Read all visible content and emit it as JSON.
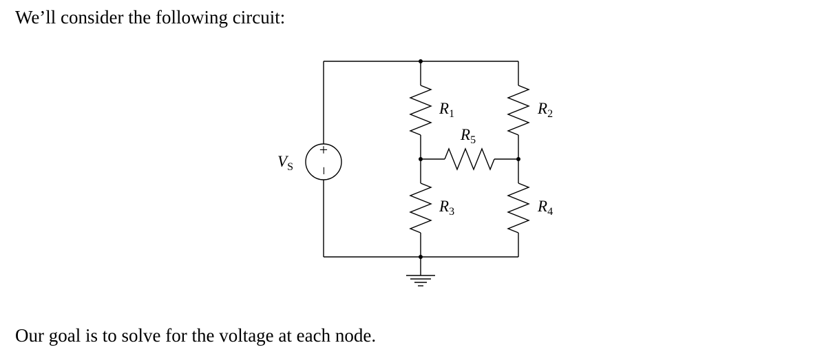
{
  "intro_text": "We’ll consider the following circuit:",
  "outro_text": "Our goal is to solve for the voltage at each node.",
  "circuit": {
    "source": {
      "name": "V",
      "subscript": "S",
      "plus_symbol": "+",
      "minus_symbol": "−"
    },
    "resistors": [
      {
        "id": "R1",
        "name": "R",
        "subscript": "1"
      },
      {
        "id": "R2",
        "name": "R",
        "subscript": "2"
      },
      {
        "id": "R3",
        "name": "R",
        "subscript": "3"
      },
      {
        "id": "R4",
        "name": "R",
        "subscript": "4"
      },
      {
        "id": "R5",
        "name": "R",
        "subscript": "5"
      }
    ],
    "ground": "ground-symbol"
  }
}
